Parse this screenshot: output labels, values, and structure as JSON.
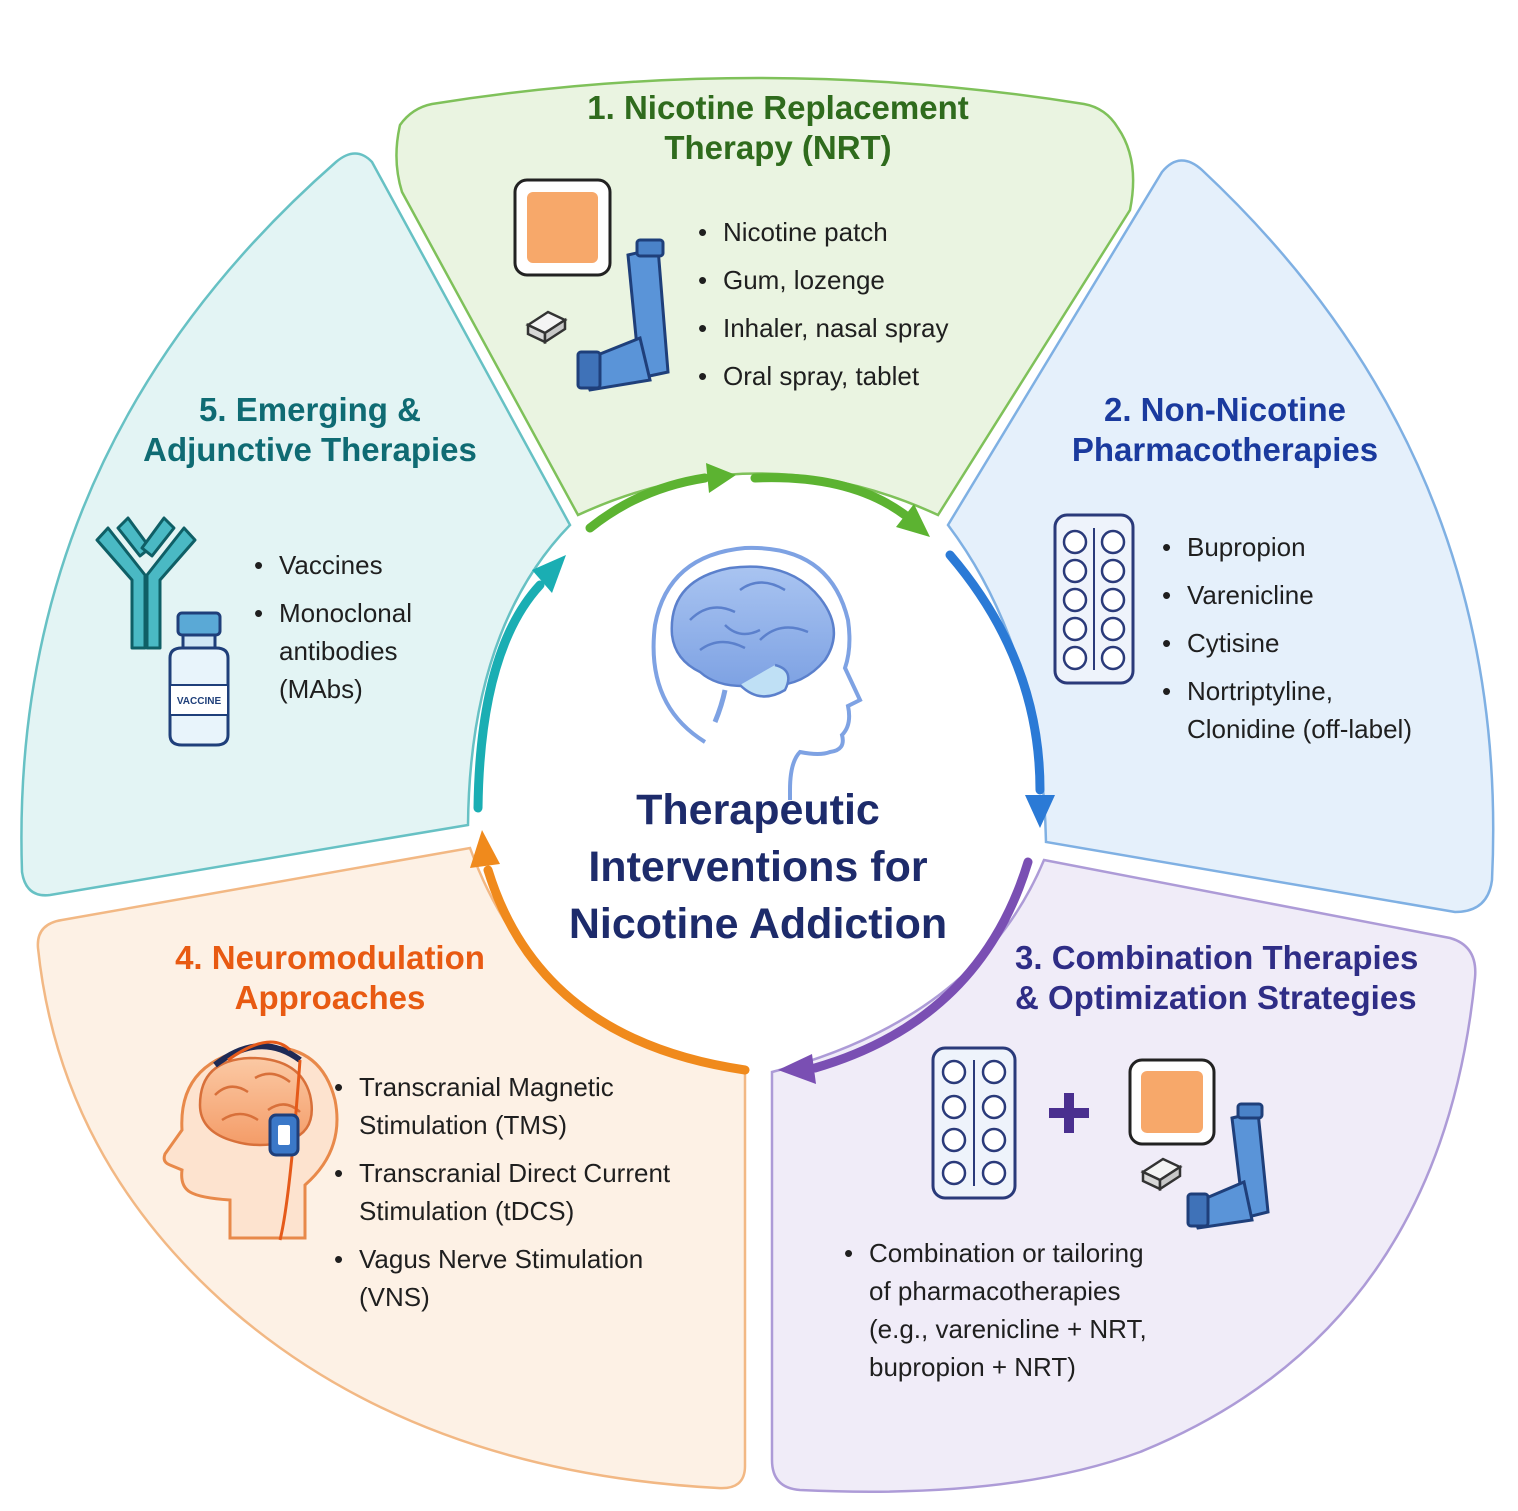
{
  "center": {
    "lines": [
      "Therapeutic",
      "Interventions for",
      "Nicotine Addiction"
    ]
  },
  "segments": [
    {
      "id": "nrt",
      "title_lines": [
        "1. Nicotine Replacement",
        "Therapy (NRT)"
      ],
      "items": [
        "Nicotine patch",
        "Gum, lozenge",
        "Inhaler, nasal spray",
        "Oral spray, tablet"
      ],
      "colors": {
        "fill": "#eaf4e1",
        "stroke": "#7fc15a",
        "title": "#2f6b1d",
        "arrow": "#5cb331"
      }
    },
    {
      "id": "non-nicotine",
      "title_lines": [
        "2. Non-Nicotine",
        "Pharmacotherapies"
      ],
      "items": [
        "Bupropion",
        "Varenicline",
        "Cytisine",
        "Nortriptyline, Clonidine (off-label)"
      ],
      "colors": {
        "fill": "#e5f0fb",
        "stroke": "#7fb0e3",
        "title": "#1a3a9e",
        "arrow": "#2b7ad6"
      }
    },
    {
      "id": "combination",
      "title_lines": [
        "3. Combination Therapies",
        "& Optimization Strategies"
      ],
      "items": [
        "Combination or tailoring of pharmacotherapies (e.g., varenicline + NRT, bupropion + NRT)"
      ],
      "colors": {
        "fill": "#f0ecf8",
        "stroke": "#ad9bd7",
        "title": "#2f2d86",
        "arrow": "#7a4fb3"
      }
    },
    {
      "id": "neuromodulation",
      "title_lines": [
        "4. Neuromodulation",
        "Approaches"
      ],
      "items": [
        "Transcranial Magnetic Stimulation (TMS)",
        "Transcranial Direct Current Stimulation (tDCS)",
        "Vagus Nerve Stimulation (VNS)"
      ],
      "colors": {
        "fill": "#fdf1e5",
        "stroke": "#f2b884",
        "title": "#e85a12",
        "arrow": "#f08a1c"
      }
    },
    {
      "id": "emerging",
      "title_lines": [
        "5. Emerging &",
        "Adjunctive Therapies"
      ],
      "items": [
        "Vaccines",
        "Monoclonal antibodies (MAbs)"
      ],
      "colors": {
        "fill": "#e3f4f4",
        "stroke": "#67c1c4",
        "title": "#0f6b73",
        "arrow": "#1aaeb3"
      }
    }
  ],
  "icons": {
    "nrt": [
      "nicotine-patch-icon",
      "lozenge-icon",
      "inhaler-icon"
    ],
    "non-nicotine": [
      "blister-pack-icon"
    ],
    "combination": [
      "blister-pack-icon",
      "plus-icon",
      "nicotine-patch-icon",
      "lozenge-icon",
      "inhaler-icon"
    ],
    "neuromodulation": [
      "head-stimulation-device-icon"
    ],
    "emerging": [
      "antibody-icon",
      "vaccine-vial-icon"
    ],
    "center": [
      "brain-head-icon"
    ]
  },
  "labels": {
    "vial": "VACCINE"
  },
  "plus_sign": "+"
}
